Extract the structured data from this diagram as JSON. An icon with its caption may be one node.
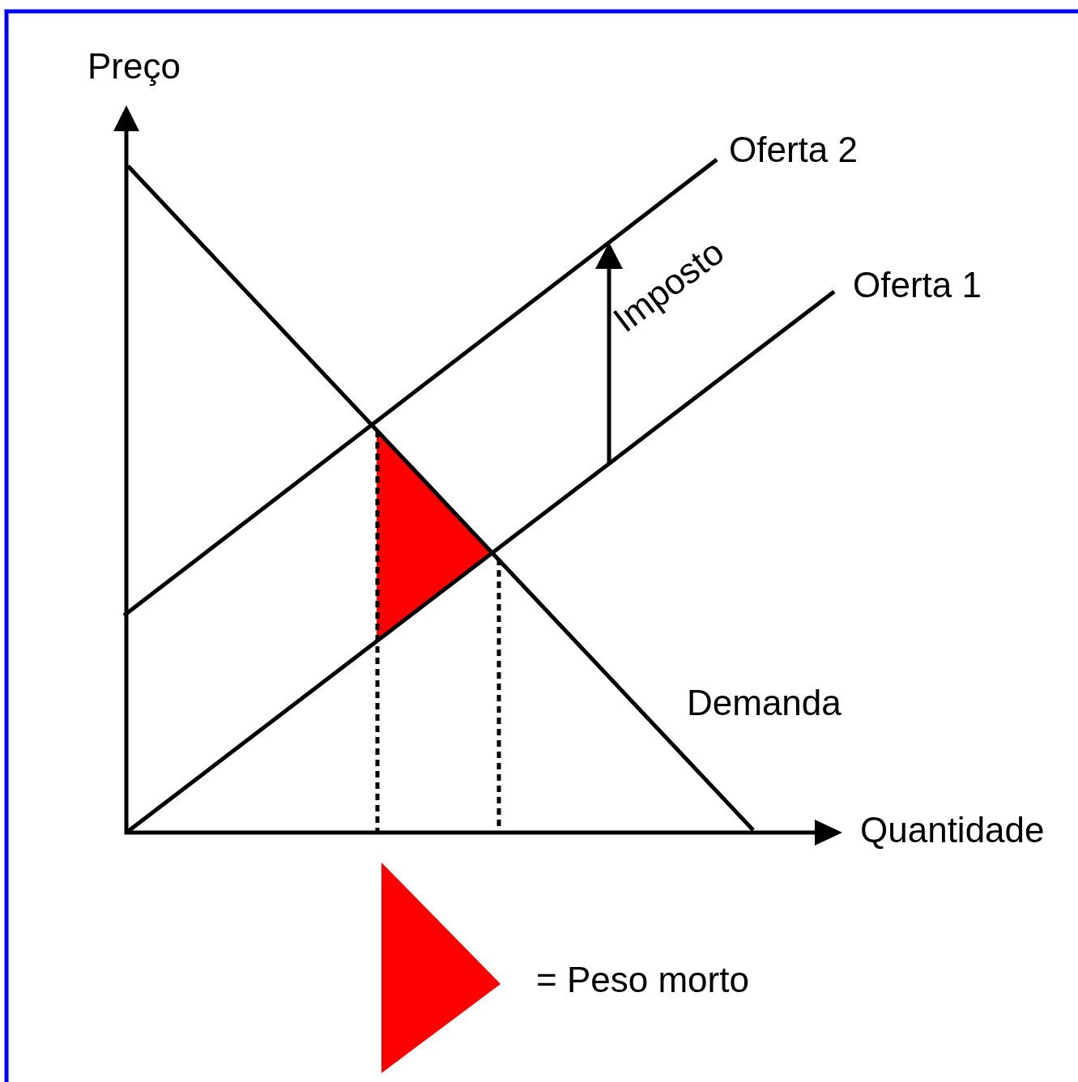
{
  "diagram": {
    "labels": [
      "Preço",
      "Oferta 2",
      "Imposto",
      "Oferta 1",
      "Demanda",
      "Quantidade"
    ],
    "legend": [
      {
        "text": "= Peso morto",
        "color": "#ff0000"
      }
    ]
  }
}
